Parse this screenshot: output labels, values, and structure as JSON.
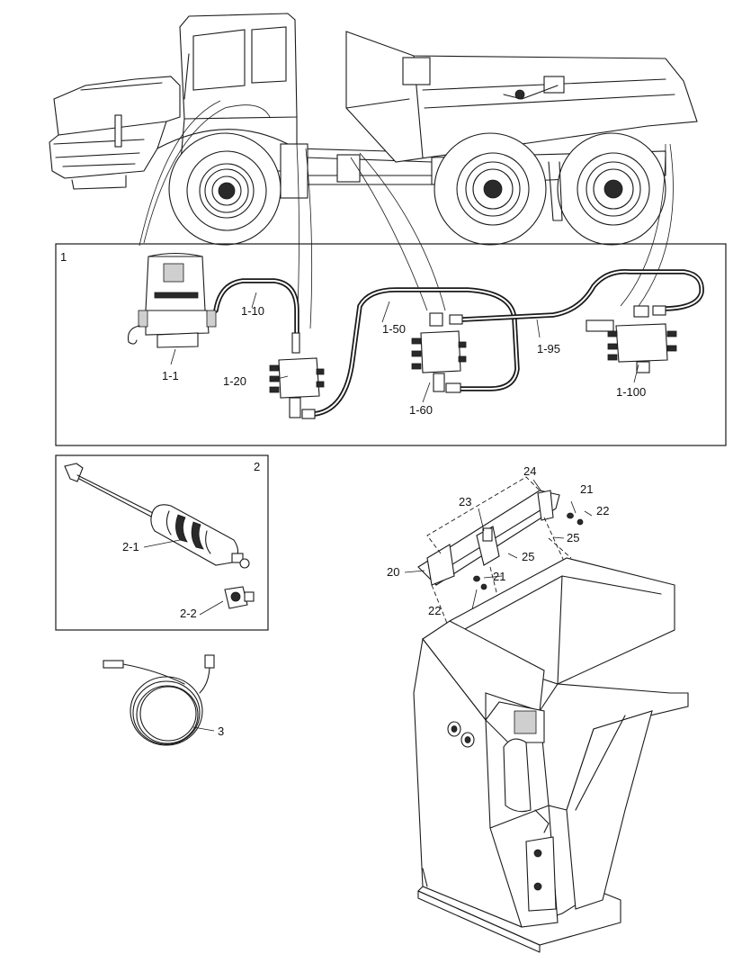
{
  "labels": {
    "group_1": "1",
    "p1_1": "1-1",
    "p1_10": "1-10",
    "p1_20": "1-20",
    "p1_50": "1-50",
    "p1_60": "1-60",
    "p1_95": "1-95",
    "p1_100": "1-100",
    "group_2": "2",
    "p2_1": "2-1",
    "p2_2": "2-2",
    "p3": "3",
    "p20": "20",
    "p21a": "21",
    "p21b": "21",
    "p22a": "22",
    "p22b": "22",
    "p23": "23",
    "p24": "24",
    "p25a": "25",
    "p25b": "25"
  },
  "colors": {
    "ink": "#1a1a1a",
    "paper": "#ffffff"
  }
}
